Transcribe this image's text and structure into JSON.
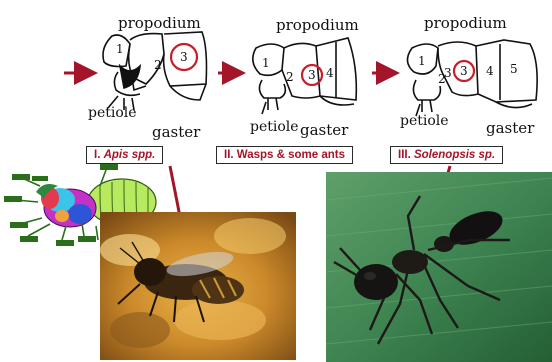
{
  "stages": [
    {
      "label_prefix": "I. ",
      "label_name": "Apis spp.",
      "propodium": "propodium",
      "petiole": "petiole",
      "gaster": "gaster",
      "segments": [
        "1",
        "2",
        "3"
      ]
    },
    {
      "label_prefix": "",
      "label_name": "II. Wasps & some ants",
      "propodium": "propodium",
      "petiole": "petiole",
      "gaster": "gaster",
      "segments": [
        "1",
        "2",
        "3",
        "4"
      ]
    },
    {
      "label_prefix": "III. ",
      "label_name": "Solenopsis sp.",
      "propodium": "propodium",
      "petiole": "petiole",
      "gaster": "gaster",
      "segments": [
        "1",
        "2",
        "3",
        "3",
        "4",
        "5"
      ]
    }
  ],
  "colors": {
    "accent": "#a4152a",
    "circle": "#c81e28"
  }
}
